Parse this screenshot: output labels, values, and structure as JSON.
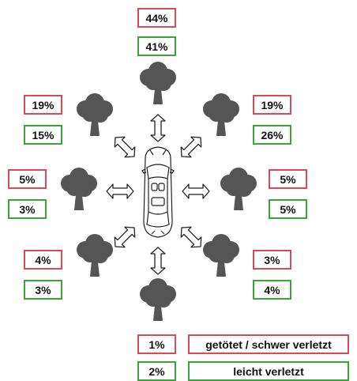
{
  "colors": {
    "severe": "#d84a5a",
    "light": "#3aa33a",
    "tree": "#555555"
  },
  "positions": [
    {
      "id": "front",
      "severe": "44%",
      "light": "41%"
    },
    {
      "id": "front-left",
      "severe": "19%",
      "light": "15%"
    },
    {
      "id": "front-right",
      "severe": "19%",
      "light": "26%"
    },
    {
      "id": "left",
      "severe": "5%",
      "light": "3%"
    },
    {
      "id": "right",
      "severe": "5%",
      "light": "5%"
    },
    {
      "id": "rear-left",
      "severe": "4%",
      "light": "3%"
    },
    {
      "id": "rear-right",
      "severe": "3%",
      "light": "4%"
    }
  ],
  "legend": {
    "severe": {
      "value": "1%",
      "label": "getötet / schwer verletzt"
    },
    "light": {
      "value": "2%",
      "label": "leicht verletzt"
    }
  },
  "icons": [
    "tree-icon",
    "car-icon",
    "double-arrow-icon"
  ]
}
